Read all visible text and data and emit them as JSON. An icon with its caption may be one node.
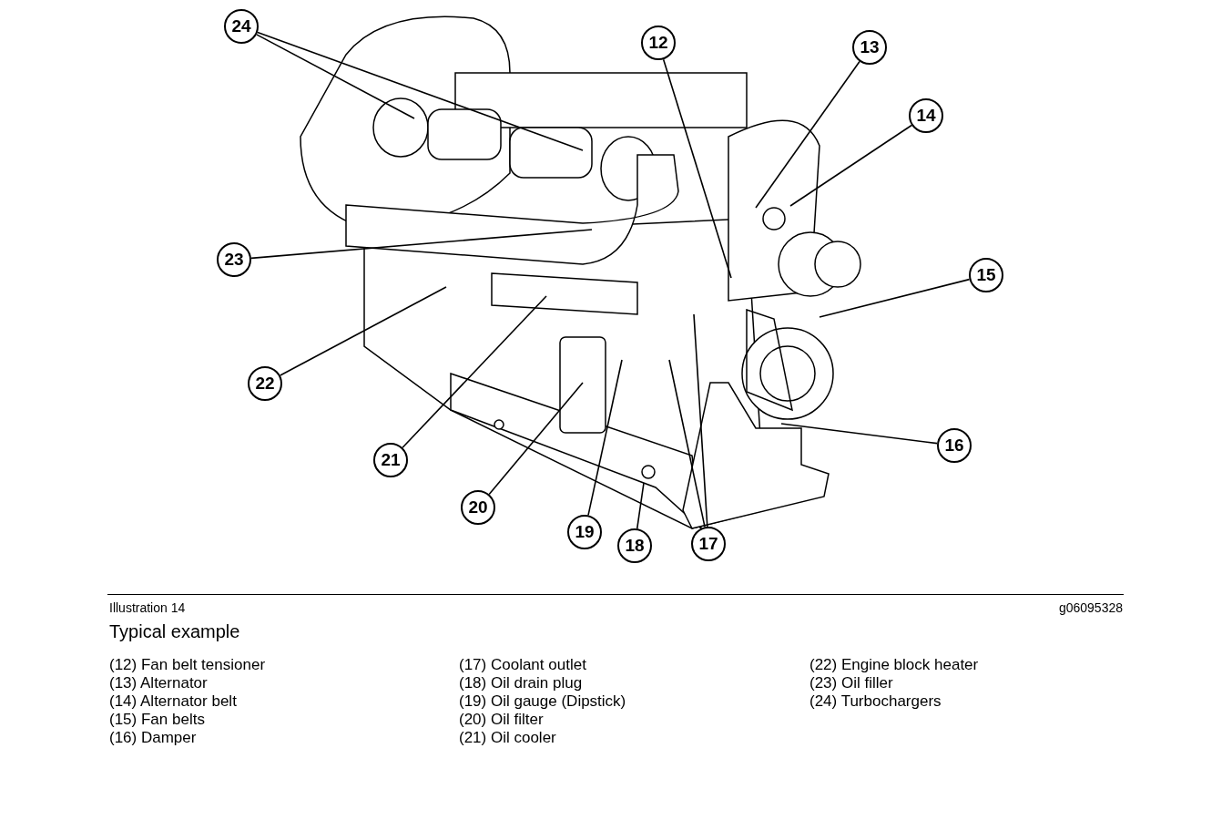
{
  "diagram": {
    "caption": "Typical example",
    "nodes": [
      {
        "text": [
          "24"
        ]
      },
      {
        "text": [
          "12"
        ]
      },
      {
        "text": [
          "13"
        ]
      },
      {
        "text": [
          "14"
        ]
      },
      {
        "text": [
          "23"
        ]
      },
      {
        "text": [
          "15"
        ]
      },
      {
        "text": [
          "22"
        ]
      },
      {
        "text": [
          "16"
        ]
      },
      {
        "text": [
          "21"
        ]
      },
      {
        "text": [
          "20"
        ]
      },
      {
        "text": [
          "19"
        ]
      },
      {
        "text": [
          "17"
        ]
      },
      {
        "text": [
          "18"
        ]
      }
    ],
    "edges": [
      {
        "from": 0,
        "to": null,
        "arrow": "none"
      },
      {
        "from": 0,
        "to": null,
        "arrow": "none"
      },
      {
        "from": 1,
        "to": null,
        "arrow": "none"
      },
      {
        "from": 2,
        "to": null,
        "arrow": "none"
      },
      {
        "from": 3,
        "to": null,
        "arrow": "none"
      },
      {
        "from": 4,
        "to": null,
        "arrow": "none"
      },
      {
        "from": 5,
        "to": null,
        "arrow": "none"
      },
      {
        "from": 6,
        "to": null,
        "arrow": "none"
      },
      {
        "from": 7,
        "to": null,
        "arrow": "none"
      },
      {
        "from": 8,
        "to": null,
        "arrow": "none"
      },
      {
        "from": 9,
        "to": null,
        "arrow": "none"
      },
      {
        "from": 10,
        "to": null,
        "arrow": "none"
      },
      {
        "from": 11,
        "to": null,
        "arrow": "none"
      },
      {
        "from": 11,
        "to": null,
        "arrow": "none"
      },
      {
        "from": 12,
        "to": null,
        "arrow": "none"
      }
    ],
    "labels": [
      "Illustration 14",
      "g06095328",
      "(12) Fan belt tensioner",
      "(13) Alternator",
      "(14) Alternator belt",
      "(15) Fan belts",
      "(16) Damper",
      "(17) Coolant outlet",
      "(18) Oil drain plug",
      "(19) Oil gauge (Dipstick)",
      "(20) Oil filter",
      "(21) Oil cooler",
      "(22) Engine block heater",
      "(23) Oil filler",
      "(24) Turbochargers"
    ]
  }
}
